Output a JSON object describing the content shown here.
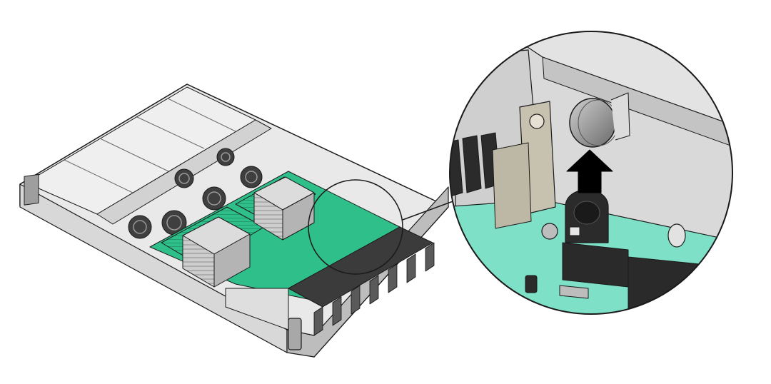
{
  "figure": {
    "description_visible_text": "",
    "colors": {
      "chassis_fill": "#e6e6e6",
      "chassis_dark": "#8a8a8a",
      "outline": "#1a1a1a",
      "board_green": "#2fbf8a",
      "board_teal": "#7fe0c8",
      "heatsink": "#c9c9c9",
      "fan_dark": "#4a4a4a",
      "arrow_black": "#000000",
      "battery_gray": "#9a9a9a"
    },
    "callout": {
      "shape": "circle",
      "action": "remove-battery-upward",
      "arrow_direction": "up"
    },
    "icons": [
      "up-arrow-icon",
      "coin-battery-icon",
      "battery-holder-icon"
    ]
  }
}
